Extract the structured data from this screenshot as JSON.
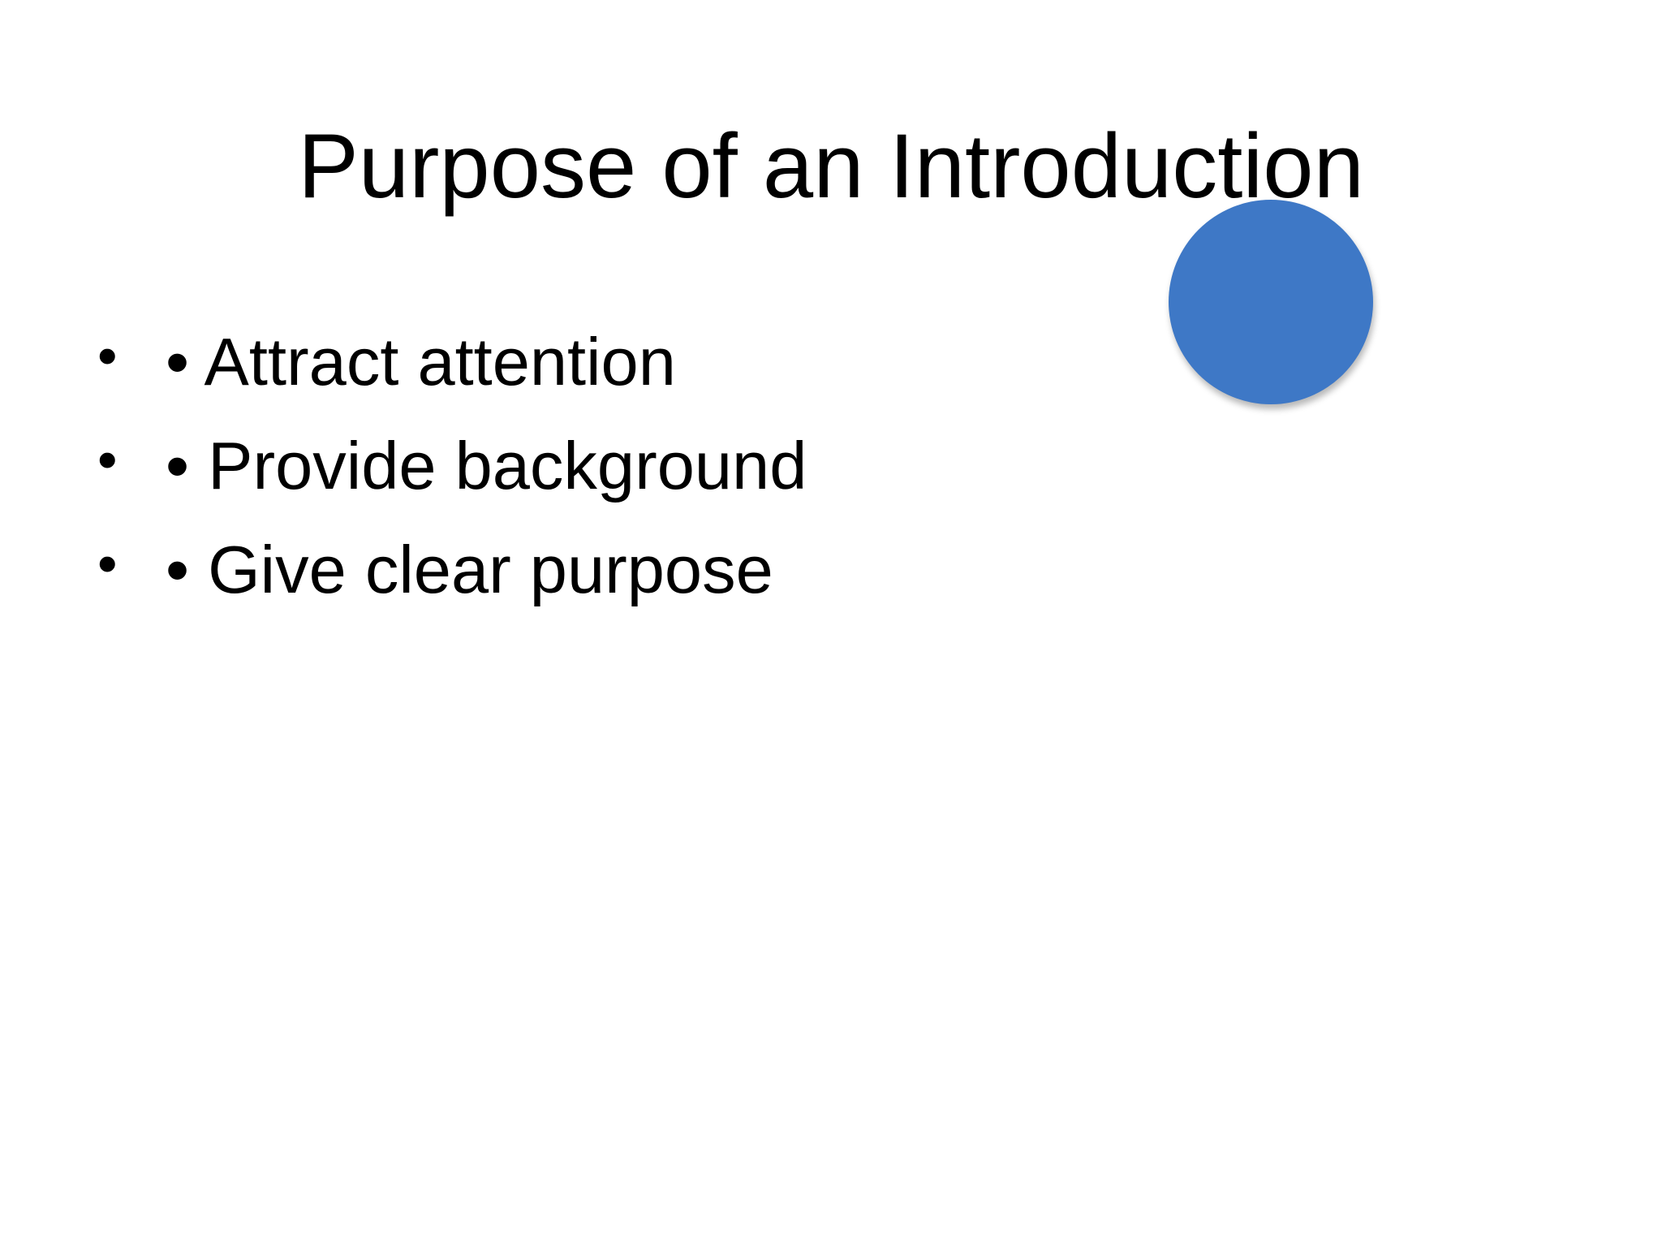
{
  "slide": {
    "title": "Purpose of an Introduction",
    "bullet_glyph": "•",
    "bullets": [
      {
        "text": "• Attract attention"
      },
      {
        "text": "• Provide background"
      },
      {
        "text": "• Give clear purpose"
      }
    ],
    "shape": {
      "kind": "circle",
      "fill_color": "#3E78C6"
    }
  }
}
